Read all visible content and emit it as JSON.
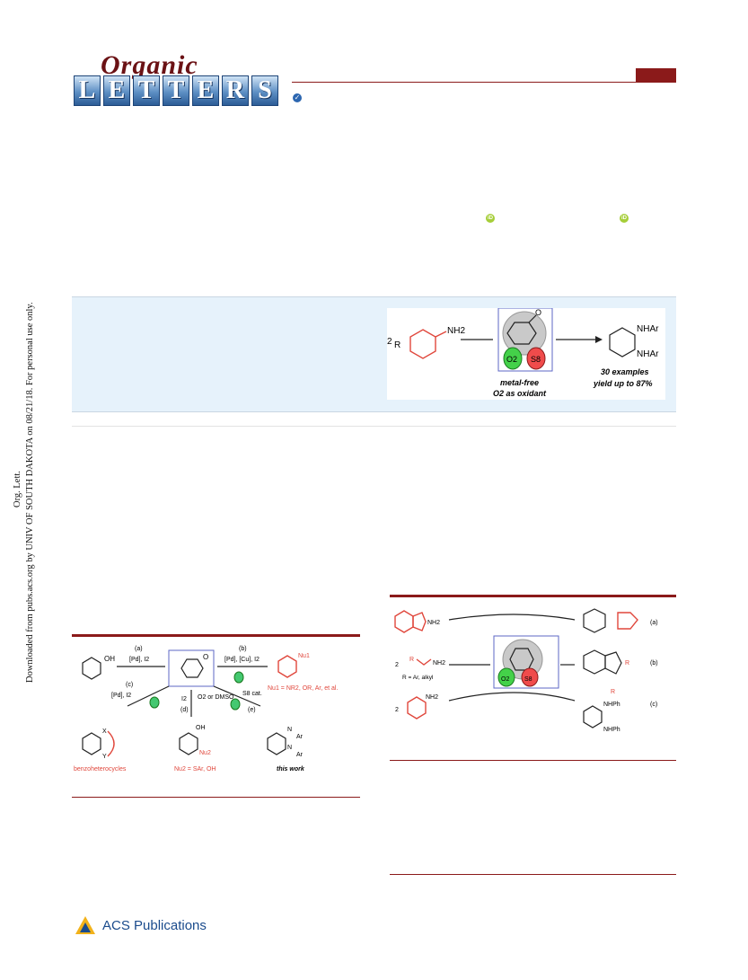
{
  "journal": {
    "logo_script": "Organic",
    "logo_letters": [
      "L",
      "E",
      "T",
      "T",
      "E",
      "R",
      "S"
    ]
  },
  "sidebar": {
    "download_line": "Downloaded from pubs.acs.org by UNIV OF SOUTH DAKOTA on 08/21/18. For personal use only.",
    "journal_abbrev": "Org. Lett."
  },
  "toc_graphic": {
    "reagent_coeff": "2",
    "reagent_sub": "R",
    "reagent_group": "NH2",
    "oxidant_label": "O2",
    "sulfur_label": "S8",
    "product_top": "NHAr",
    "product_bottom": "NHAr",
    "note_1": "metal-free",
    "note_2": "O2 as oxidant",
    "result_1": "30 examples",
    "result_2": "yield up to 87%"
  },
  "scheme1": {
    "labels": {
      "a": "(a)",
      "b": "(b)",
      "c": "(c)",
      "d": "(d)",
      "e": "(e)"
    },
    "reagent_a": "[Pd], I2",
    "reagent_b": "[Pd], [Cu], I2",
    "reagent_c": "[Pd], I2",
    "reagent_d": "I2",
    "reagent_d2": "O2 or DMSO",
    "reagent_e": "S8 cat.",
    "phenol_oh": "OH",
    "nu1": "Nu1",
    "nu1_def": "Nu1 = NR2, OR, Ar, et al.",
    "het_x": "X",
    "het_y": "Y",
    "benzoheterocycles": "benzoheterocycles",
    "nu2_oh": "OH",
    "nu2": "Nu2",
    "nu2_def": "Nu2 = SAr, OH",
    "ar_n1": "N",
    "ar_1": "Ar",
    "ar_n2": "N",
    "ar_2": "Ar",
    "this_work": "this work"
  },
  "scheme2": {
    "row_a_label": "(a)",
    "row_b_label": "(b)",
    "row_c_label": "(c)",
    "coeff_b": "2",
    "coeff_c": "2",
    "r_ar_alkyl": "R = Ar, alkyl",
    "amine_b_r": "R",
    "amine_b_nh2": "NH2",
    "amine_a_nh2": "NH2",
    "amine_c_nh2": "NH2",
    "prod_b_r": "R",
    "prod_b_r2": "R",
    "prod_c_top": "NHPh",
    "prod_c_bot": "NHPh",
    "o2": "O2",
    "s8": "S8"
  },
  "footer": {
    "publisher": "ACS Publications"
  }
}
